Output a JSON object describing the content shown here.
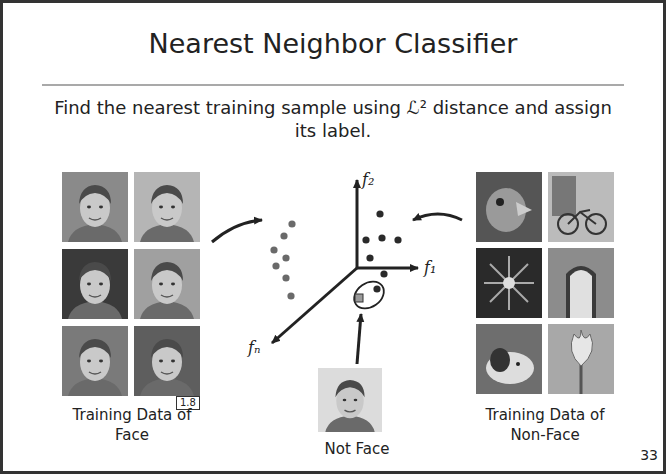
{
  "diagram": {
    "title": "Nearest Neighbor Classifier",
    "labels": [
      "Find the nearest training sample using ℒ² distance and assign its label.",
      "f₂",
      "f₁",
      "fₙ",
      "1.8",
      "Training Data of Face",
      "Not Face",
      "Training Data of Non-Face",
      "33"
    ]
  }
}
